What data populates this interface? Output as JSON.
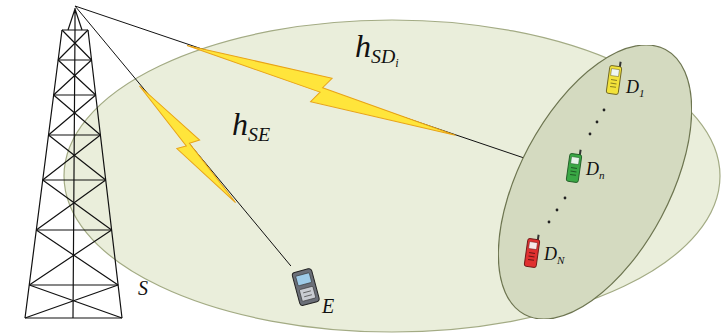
{
  "diagram": {
    "nodes": [
      {
        "text": [
          "S"
        ]
      },
      {
        "text": [
          "E"
        ]
      },
      {
        "text": [
          "D1",
          "Dn",
          "DN"
        ]
      }
    ],
    "edges": [
      {
        "from": 0,
        "to": 2,
        "label": "hSDi",
        "arrow": "none"
      },
      {
        "from": 0,
        "to": 1,
        "label": "hSE",
        "arrow": "none"
      }
    ]
  }
}
